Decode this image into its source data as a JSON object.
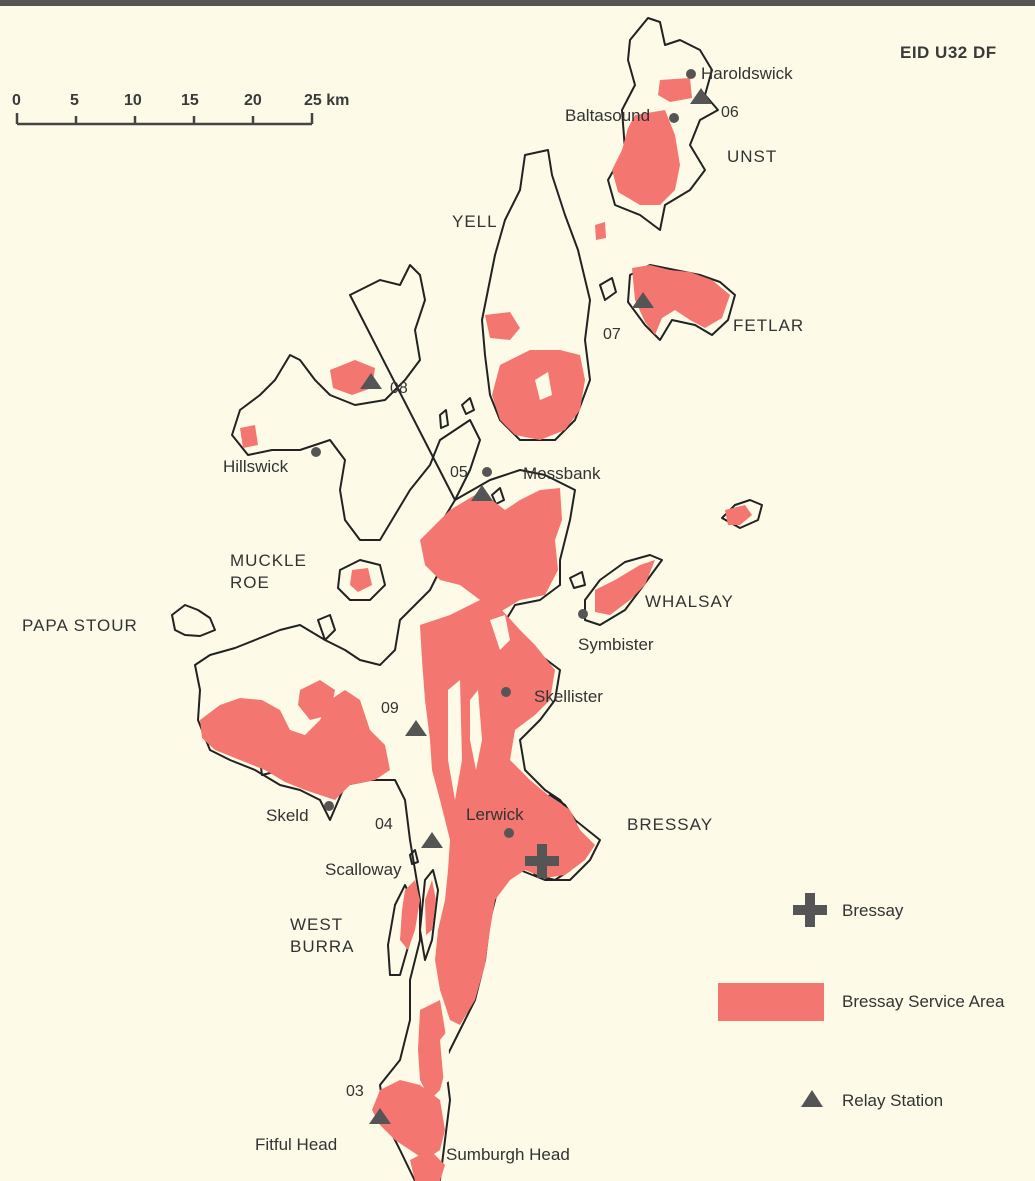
{
  "map_ref": "EID U32 DF",
  "scale": {
    "ticks": [
      "0",
      "5",
      "10",
      "15",
      "20",
      "25 km"
    ]
  },
  "islands": {
    "unst": "UNST",
    "yell": "YELL",
    "fetlar": "FETLAR",
    "whalsay": "WHALSAY",
    "bressay": "BRESSAY",
    "muckle_roe_1": "MUCKLE",
    "muckle_roe_2": "ROE",
    "papa_stour": "PAPA STOUR",
    "west_burra_1": "WEST",
    "west_burra_2": "BURRA"
  },
  "places": {
    "haroldswick": "Haroldswick",
    "baltasound": "Baltasound",
    "hillswick": "Hillswick",
    "mossbank": "Mossbank",
    "symbister": "Symbister",
    "skellister": "Skellister",
    "skeld": "Skeld",
    "lerwick": "Lerwick",
    "scalloway": "Scalloway",
    "fitful_head": "Fitful Head",
    "sumburgh_head": "Sumburgh Head"
  },
  "stations": {
    "s03": "03",
    "s04": "04",
    "s05": "05",
    "s06": "06",
    "s07": "07",
    "s08": "08",
    "s09": "09"
  },
  "legend": {
    "transmitter": "Bressay",
    "service_area": "Bressay Service Area",
    "relay": "Relay Station"
  },
  "colors": {
    "service_area": "#f47670",
    "coast": "#222222",
    "background": "#fdfbe8",
    "marker": "#555555"
  }
}
